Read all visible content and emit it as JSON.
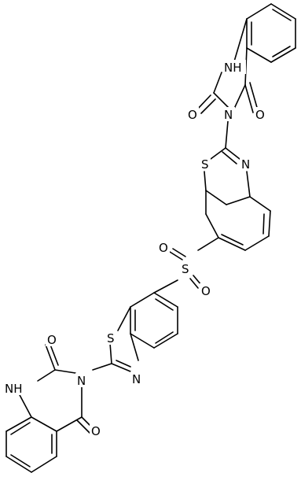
{
  "molecule": {
    "atom_labels": {
      "nh_top": "NH",
      "o_top_left": "O",
      "n_top": "N",
      "o_top_right": "O",
      "s_top": "S",
      "n_thiazole_top": "N",
      "s_sulfonyl": "S",
      "o_sulfonyl_top": "O",
      "o_sulfonyl_bottom": "O",
      "s_bottom": "S",
      "n_thiazole_bottom": "N",
      "o_bottom_top": "O",
      "nh_bottom": "NH",
      "n_bottom": "N",
      "o_bottom_bottom": "O"
    },
    "colors": {
      "ink": "#000000",
      "background": "#ffffff"
    }
  }
}
